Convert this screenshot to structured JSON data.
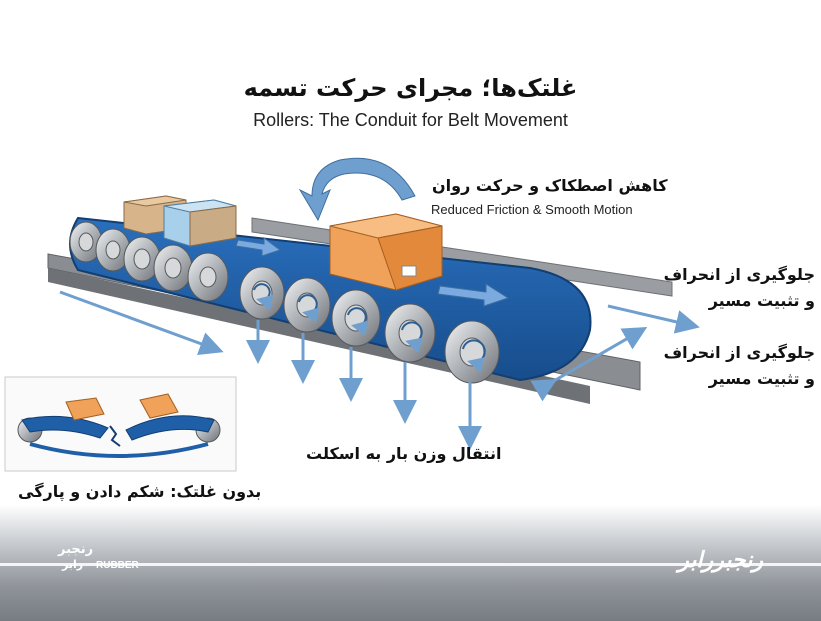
{
  "title": {
    "fa": "غلتک‌ها؛ مجرای حرکت تسمه",
    "en": "Rollers: The Conduit for Belt Movement"
  },
  "callouts": {
    "friction_fa": "کاهش اصطکاک و حرکت روان",
    "friction_en": "Reduced Friction & Smooth Motion",
    "alignment_1_line1": "جلوگیری از انحراف",
    "alignment_1_line2": "و تثبیت مسیر",
    "alignment_2_line1": "جلوگیری از انحراف",
    "alignment_2_line2": "و تثبیت مسیر",
    "load_transfer": "انتقال وزن بار به اسکلت"
  },
  "inset": {
    "caption": "بدون غلتک: شکم دادن و پارگی"
  },
  "footer": {
    "brand_fa": "رنجبررابر",
    "logo_fa_line1": "رنجبر",
    "logo_fa_line2": "رابر",
    "logo_en": "RUBBER"
  },
  "colors": {
    "belt": "#1f5fa8",
    "belt_edge": "#16467e",
    "arrow": "#6f9fcf",
    "roller": "#b9bcc0",
    "rail": "#8a8d91",
    "box_orange": "#f0a25a",
    "box_blue": "#a9d0ea",
    "box_kraft": "#d8b48a"
  },
  "icons": [
    "rotation-arrow-icon",
    "flow-arrow-icon",
    "down-arrow-icon",
    "double-arrow-icon",
    "roller-rotation-icon"
  ]
}
